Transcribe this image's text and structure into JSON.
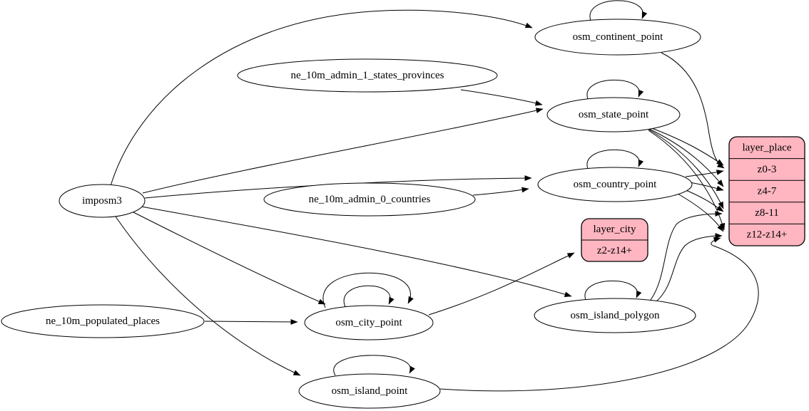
{
  "diagram": {
    "kind": "graphviz-etl-graph",
    "colors": {
      "background": "#ffffff",
      "node_fill": "#ffffff",
      "record_fill": "#ffb6c1",
      "stroke": "#000000",
      "text": "#000000"
    },
    "nodes": {
      "imposm3": {
        "label": "imposm3",
        "shape": "ellipse"
      },
      "ne_10m_admin_1_states_provinces": {
        "label": "ne_10m_admin_1_states_provinces",
        "shape": "ellipse"
      },
      "ne_10m_admin_0_countries": {
        "label": "ne_10m_admin_0_countries",
        "shape": "ellipse"
      },
      "ne_10m_populated_places": {
        "label": "ne_10m_populated_places",
        "shape": "ellipse"
      },
      "osm_continent_point": {
        "label": "osm_continent_point",
        "shape": "ellipse"
      },
      "osm_state_point": {
        "label": "osm_state_point",
        "shape": "ellipse"
      },
      "osm_country_point": {
        "label": "osm_country_point",
        "shape": "ellipse"
      },
      "osm_city_point": {
        "label": "osm_city_point",
        "shape": "ellipse"
      },
      "osm_island_polygon": {
        "label": "osm_island_polygon",
        "shape": "ellipse"
      },
      "osm_island_point": {
        "label": "osm_island_point",
        "shape": "ellipse"
      },
      "layer_place": {
        "title": "layer_place",
        "shape": "record",
        "rows": [
          "z0-3",
          "z4-7",
          "z8-11",
          "z12-z14+"
        ]
      },
      "layer_city": {
        "title": "layer_city",
        "shape": "record",
        "rows": [
          "z2-z14+"
        ]
      }
    },
    "edges": [
      {
        "from": "imposm3",
        "to": "osm_continent_point"
      },
      {
        "from": "imposm3",
        "to": "osm_state_point"
      },
      {
        "from": "imposm3",
        "to": "osm_country_point"
      },
      {
        "from": "imposm3",
        "to": "osm_island_polygon"
      },
      {
        "from": "imposm3",
        "to": "osm_city_point"
      },
      {
        "from": "imposm3",
        "to": "osm_island_point"
      },
      {
        "from": "ne_10m_admin_1_states_provinces",
        "to": "osm_state_point"
      },
      {
        "from": "ne_10m_admin_0_countries",
        "to": "osm_country_point"
      },
      {
        "from": "ne_10m_populated_places",
        "to": "osm_city_point"
      },
      {
        "from": "osm_continent_point",
        "to": "osm_continent_point",
        "type": "self-loop"
      },
      {
        "from": "osm_state_point",
        "to": "osm_state_point",
        "type": "self-loop"
      },
      {
        "from": "osm_country_point",
        "to": "osm_country_point",
        "type": "self-loop"
      },
      {
        "from": "osm_city_point",
        "to": "osm_city_point",
        "type": "self-loop"
      },
      {
        "from": "osm_city_point",
        "to": "osm_city_point",
        "type": "self-loop-inner"
      },
      {
        "from": "osm_island_polygon",
        "to": "osm_island_polygon",
        "type": "self-loop"
      },
      {
        "from": "osm_island_point",
        "to": "osm_island_point",
        "type": "self-loop"
      },
      {
        "from": "osm_continent_point",
        "to": "layer_place:z0-3"
      },
      {
        "from": "osm_state_point",
        "to": "layer_place:z0-3"
      },
      {
        "from": "osm_state_point",
        "to": "layer_place:z4-7"
      },
      {
        "from": "osm_state_point",
        "to": "layer_place:z8-11"
      },
      {
        "from": "osm_state_point",
        "to": "layer_place:z12-z14+"
      },
      {
        "from": "osm_country_point",
        "to": "layer_place:z0-3"
      },
      {
        "from": "osm_country_point",
        "to": "layer_place:z4-7"
      },
      {
        "from": "osm_country_point",
        "to": "layer_place:z8-11"
      },
      {
        "from": "osm_country_point",
        "to": "layer_place:z12-z14+"
      },
      {
        "from": "osm_island_polygon",
        "to": "layer_place:z8-11"
      },
      {
        "from": "osm_island_polygon",
        "to": "layer_place:z12-z14+"
      },
      {
        "from": "osm_island_point",
        "to": "layer_place:z12-z14+"
      },
      {
        "from": "osm_city_point",
        "to": "layer_city:z2-z14+"
      }
    ]
  }
}
